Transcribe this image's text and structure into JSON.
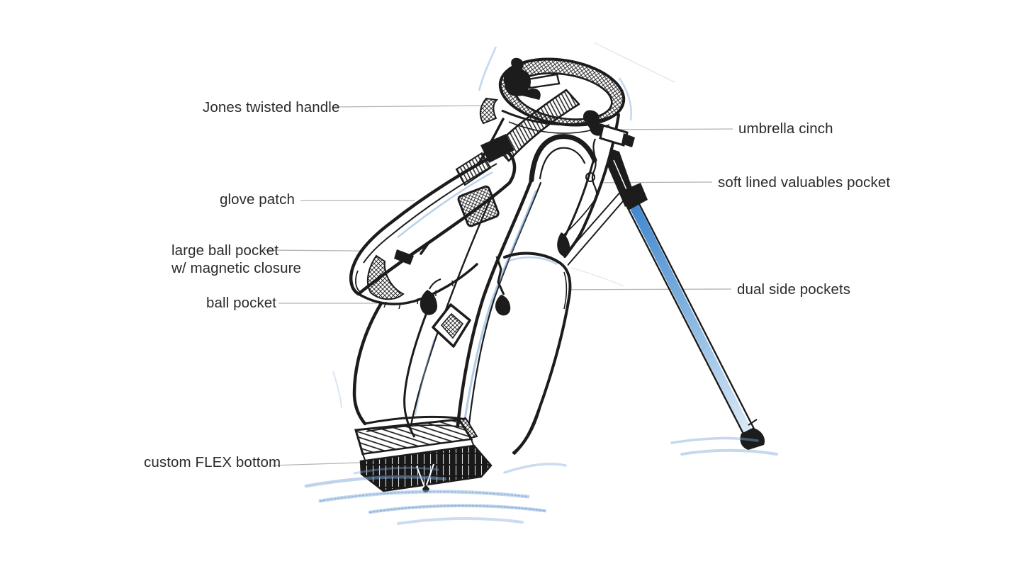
{
  "page": {
    "description": "Hand-drawn golf stand bag sketch with labeled feature callouts",
    "background": "#ffffff"
  },
  "callouts": {
    "jones_handle": "Jones twisted handle",
    "glove_patch": "glove patch",
    "large_ball_pocket_line1": "large ball pocket",
    "large_ball_pocket_line2": "w/ magnetic closure",
    "ball_pocket": "ball pocket",
    "flex_bottom": "custom FLEX bottom",
    "umbrella_cinch": "umbrella cinch",
    "valuables_pocket": "soft lined valuables pocket",
    "dual_side_pockets": "dual side pockets"
  },
  "colors": {
    "ink": "#1c1c1c",
    "pencil_blue": "#7fa8d9",
    "leg_blue": "#4a8fd4",
    "leader_line": "#b3b3b3",
    "label_text": "#2b2b2b",
    "background": "#ffffff"
  }
}
